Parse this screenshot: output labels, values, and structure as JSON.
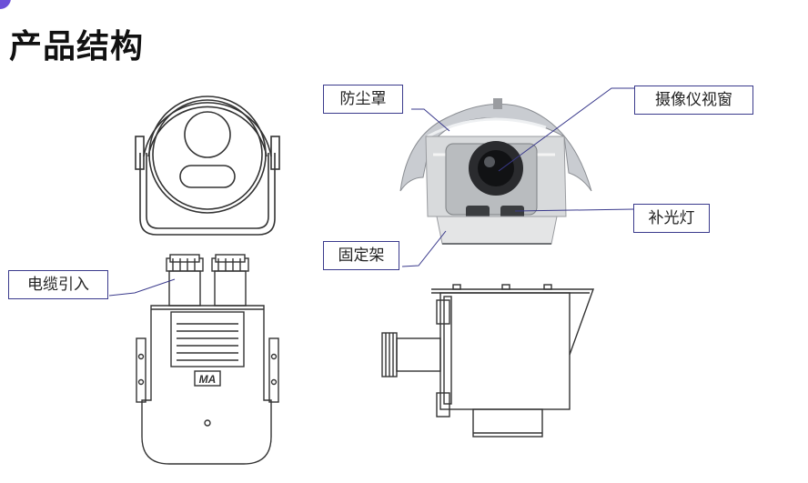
{
  "page": {
    "title": "产品结构"
  },
  "callouts": {
    "dust_cover": "防尘罩",
    "camera_window": "摄像仪视窗",
    "fill_light": "补光灯",
    "fixed_bracket": "固定架",
    "cable_entry": "电缆引入"
  },
  "nameplate_logo": "MA",
  "colors": {
    "accent": "#6b4fd8",
    "leader_line": "#3a3a8c",
    "line_art": "#333333"
  }
}
